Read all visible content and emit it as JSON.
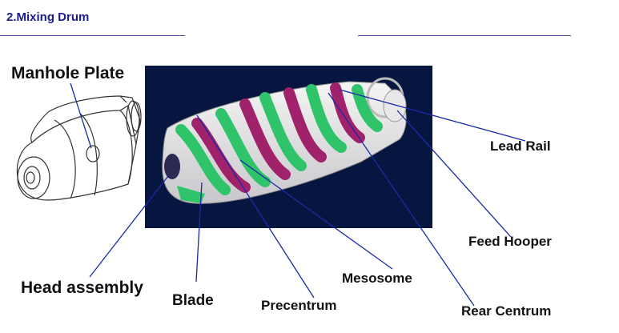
{
  "header": {
    "title": "2.Mixing Drum"
  },
  "labels": {
    "manhole_plate": "Manhole Plate",
    "lead_rail": "Lead Rail",
    "feed_hooper": "Feed Hooper",
    "mesosome": "Mesosome",
    "rear_centrum": "Rear Centrum",
    "head_assembly": "Head assembly",
    "blade": "Blade",
    "precentrum": "Precentrum"
  },
  "colors": {
    "title": "#1c1c8c",
    "photo_background": "#061640",
    "blade_green": "#2fc46a",
    "blade_magenta": "#a0226a",
    "leader_line": "#1a2aa8"
  }
}
